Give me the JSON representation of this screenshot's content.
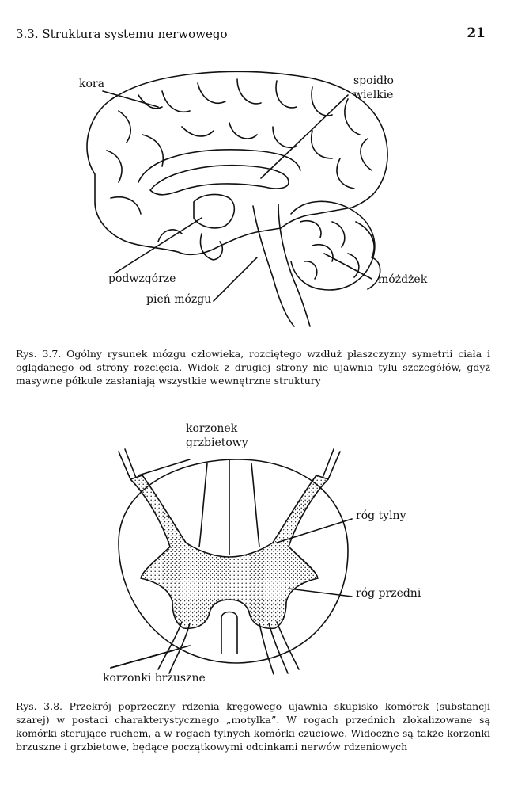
{
  "header": {
    "title": "3.3. Struktura systemu nerwowego",
    "page_number": "21"
  },
  "figure_brain": {
    "labels": {
      "cortex": "kora",
      "corpus_callosum_1": "spoidło",
      "corpus_callosum_2": "wielkie",
      "hypothalamus": "podwzgórze",
      "brainstem": "pień mózgu",
      "cerebellum": "móżdżek"
    },
    "caption": "Rys. 3.7. Ogólny rysunek mózgu człowieka, rozciętego wzdłuż płaszczyzny symetrii ciała i oglądanego od strony rozcięcia. Widok z drugiej strony nie ujawnia tylu szczegółów, gdyż masywne półkule zasłaniają wszystkie wewnętrzne struktury"
  },
  "figure_spinal": {
    "labels": {
      "dorsal_root_1": "korzonek",
      "dorsal_root_2": "grzbietowy",
      "dorsal_horn": "róg tylny",
      "ventral_horn": "róg przedni",
      "ventral_roots": "korzonki brzuszne"
    },
    "caption": "Rys. 3.8. Przekrój poprzeczny rdzenia kręgowego ujawnia skupisko komórek (substancji szarej) w postaci charakterystycznego „motylka”. W rogach przednich zlokalizowane są komórki sterujące ruchem, a w rogach tylnych komórki czuciowe. Widoczne są także korzonki brzuszne i grzbietowe, będące początkowymi odcinkami nerwów rdzeniowych"
  }
}
